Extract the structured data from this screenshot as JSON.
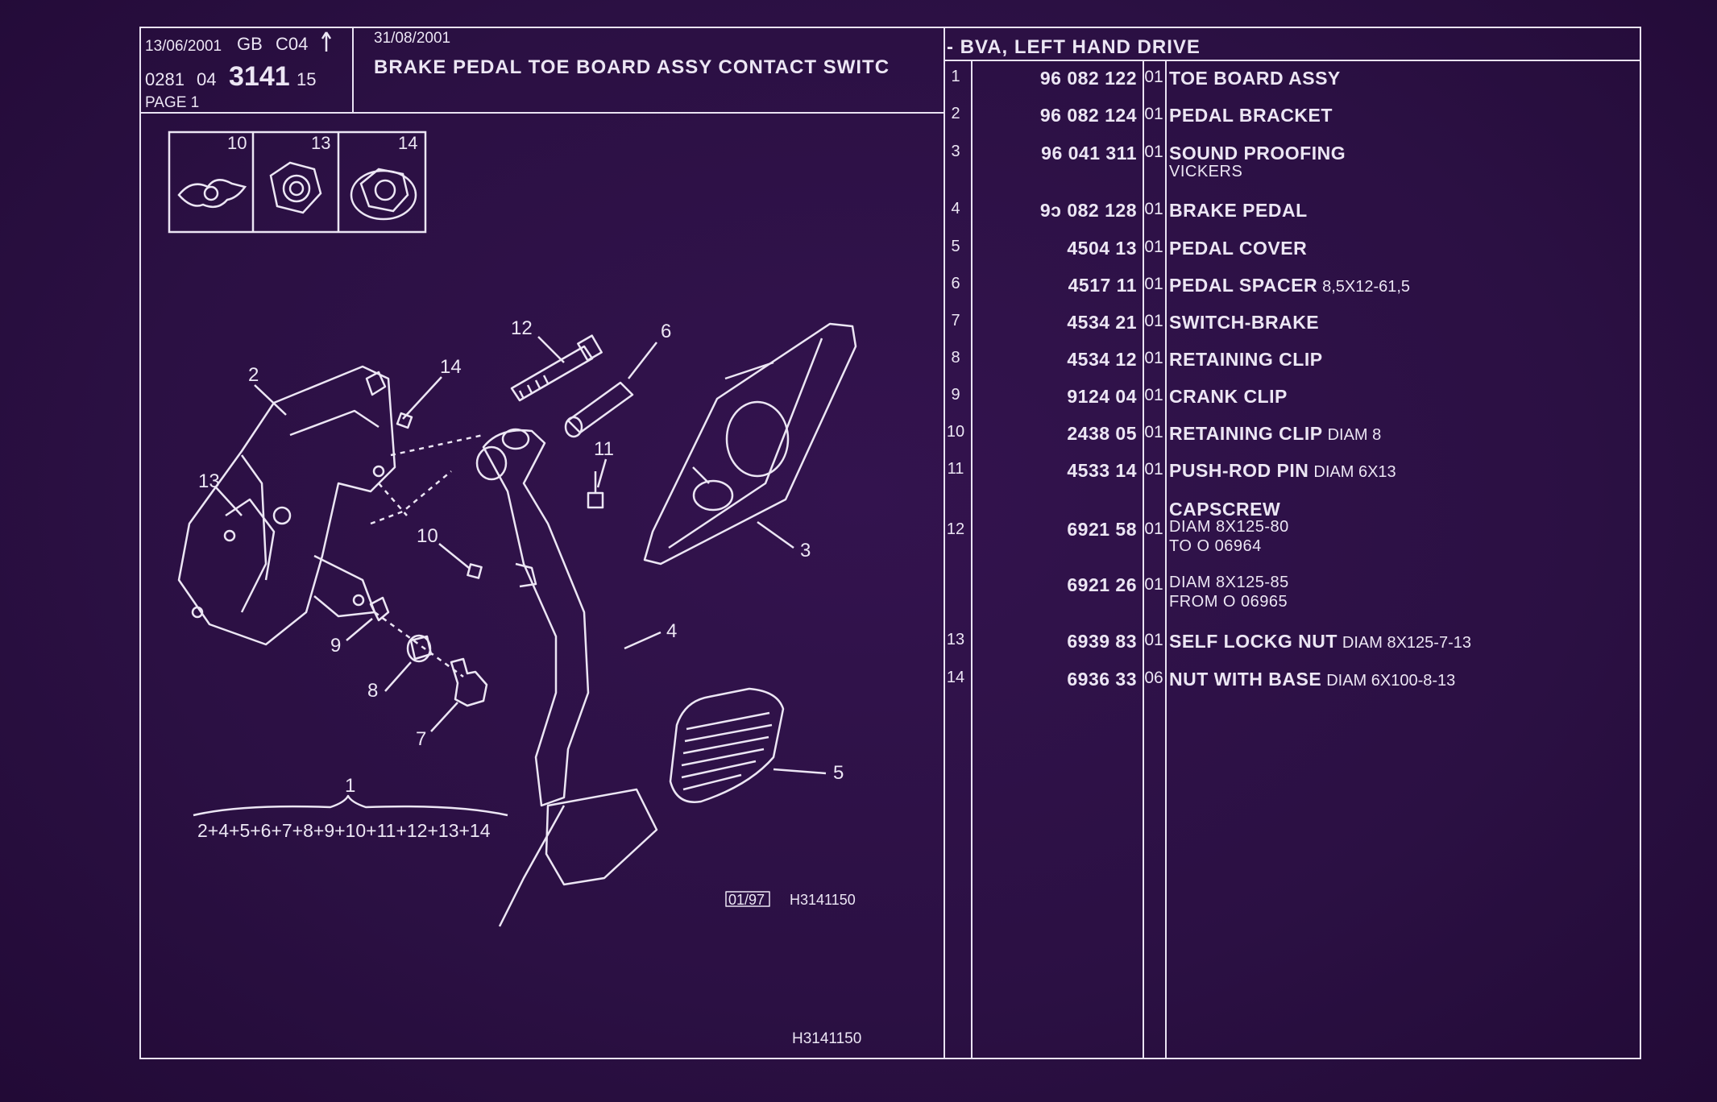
{
  "header": {
    "date_left": "13/06/2001",
    "lang": "GB",
    "group": "C04",
    "arrow_icon": "up-arrow-icon",
    "code_prefix": "0281",
    "code_mid": "04",
    "code_main": "3141",
    "code_suffix": "15",
    "page": "PAGE 1",
    "date_right": "31/08/2001",
    "title": "BRAKE PEDAL TOE BOARD ASSY CONTACT SWITC"
  },
  "section_title": "- BVA, LEFT HAND DRIVE",
  "inset_labels": [
    "10",
    "13",
    "14"
  ],
  "callouts": {
    "c1": "1",
    "c2": "2",
    "c3": "3",
    "c4": "4",
    "c5": "5",
    "c6": "6",
    "c7": "7",
    "c8": "8",
    "c9": "9",
    "c10": "10",
    "c11": "11",
    "c12": "12",
    "c13": "13",
    "c14": "14"
  },
  "formula": "2+4+5+6+7+8+9+10+11+12+13+14",
  "ref_box": "01/97",
  "ref_code": "H3141150",
  "footer_code": "H3141150",
  "parts": [
    {
      "index": "1",
      "part_number": "96 082 122",
      "qty": "01",
      "name": "TOE BOARD ASSY",
      "extra": "",
      "sub": ""
    },
    {
      "index": "2",
      "part_number": "96 082 124",
      "qty": "01",
      "name": "PEDAL BRACKET",
      "extra": "",
      "sub": ""
    },
    {
      "index": "3",
      "part_number": "96 041 311",
      "qty": "01",
      "name": "SOUND PROOFING",
      "extra": "",
      "sub": "VICKERS"
    },
    {
      "index": "4",
      "part_number": "9ↄ 082 128",
      "qty": "01",
      "name": "BRAKE PEDAL",
      "extra": "",
      "sub": ""
    },
    {
      "index": "5",
      "part_number": "4504 13",
      "qty": "01",
      "name": "PEDAL COVER",
      "extra": "",
      "sub": ""
    },
    {
      "index": "6",
      "part_number": "4517 11",
      "qty": "01",
      "name": "PEDAL SPACER",
      "extra": "8,5X12-61,5",
      "sub": ""
    },
    {
      "index": "7",
      "part_number": "4534 21",
      "qty": "01",
      "name": "SWITCH-BRAKE",
      "extra": "",
      "sub": ""
    },
    {
      "index": "8",
      "part_number": "4534 12",
      "qty": "01",
      "name": "RETAINING CLIP",
      "extra": "",
      "sub": ""
    },
    {
      "index": "9",
      "part_number": "9124 04",
      "qty": "01",
      "name": "CRANK CLIP",
      "extra": "",
      "sub": ""
    },
    {
      "index": "10",
      "part_number": "2438 05",
      "qty": "01",
      "name": "RETAINING CLIP",
      "extra": "DIAM 8",
      "sub": ""
    },
    {
      "index": "11",
      "part_number": "4533 14",
      "qty": "01",
      "name": "PUSH-ROD PIN",
      "extra": "DIAM 6X13",
      "sub": ""
    }
  ],
  "capscrew": {
    "index": "12",
    "name": "CAPSCREW",
    "a_part": "6921 58",
    "a_qty": "01",
    "a_line1": "DIAM 8X125-80",
    "a_line2": "TO  O  06964",
    "b_part": "6921 26",
    "b_qty": "01",
    "b_line1": "DIAM 8X125-85",
    "b_line2": "FROM  O  06965"
  },
  "parts_tail": [
    {
      "index": "13",
      "part_number": "6939 83",
      "qty": "01",
      "name": "SELF LOCKG NUT",
      "extra": "DIAM 8X125-7-13"
    },
    {
      "index": "14",
      "part_number": "6936 33",
      "qty": "06",
      "name": "NUT WITH BASE",
      "extra": "DIAM 6X100-8-13"
    }
  ]
}
